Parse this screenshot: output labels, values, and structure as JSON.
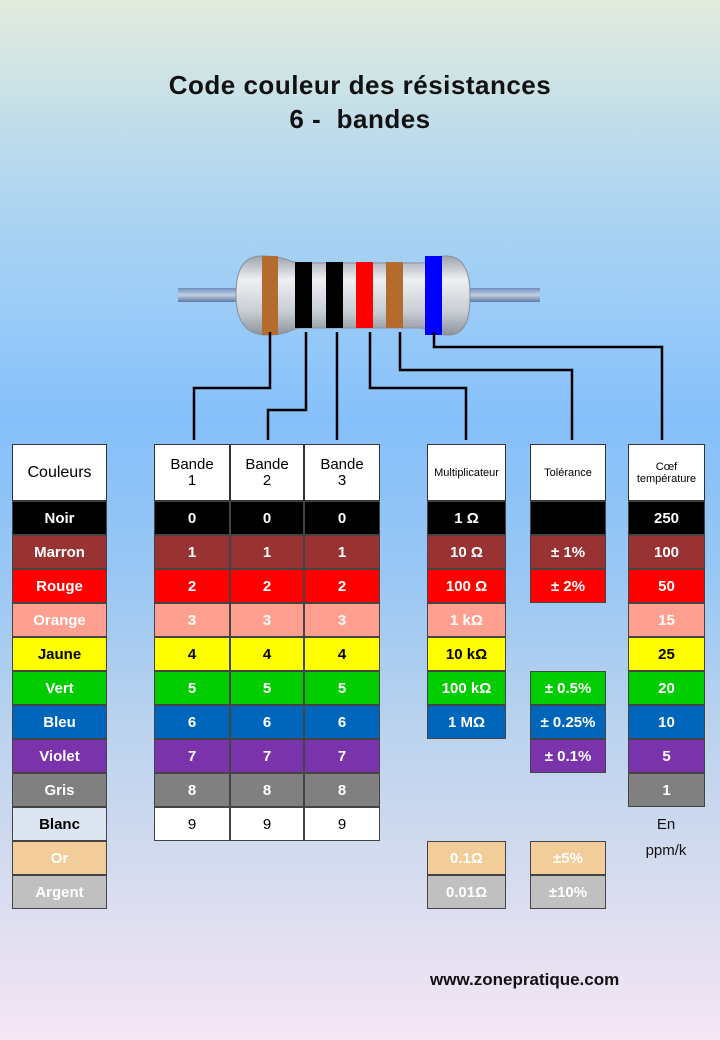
{
  "title": {
    "line1": "Code couleur des résistances",
    "line2": "6 -  bandes"
  },
  "headers": {
    "couleurs": "Couleurs",
    "bande1": [
      "Bande",
      "1"
    ],
    "bande2": [
      "Bande",
      "2"
    ],
    "bande3": [
      "Bande",
      "3"
    ],
    "multiplicateur": "Multiplicateur",
    "tolerance": "Tolérance",
    "coef": [
      "Cœf",
      "température"
    ]
  },
  "rows": [
    {
      "name": "Noir",
      "bg": "#000000",
      "fg": "#ffffff",
      "b1": "0",
      "b2": "0",
      "b3": "0",
      "mult": "1 Ω",
      "tol": "",
      "coef": "250"
    },
    {
      "name": "Marron",
      "bg": "#993333",
      "fg": "#ffffff",
      "b1": "1",
      "b2": "1",
      "b3": "1",
      "mult": "10 Ω",
      "tol": "± 1%",
      "coef": "100"
    },
    {
      "name": "Rouge",
      "bg": "#ff0000",
      "fg": "#ffffff",
      "b1": "2",
      "b2": "2",
      "b3": "2",
      "mult": "100 Ω",
      "tol": "± 2%",
      "coef": "50"
    },
    {
      "name": "Orange",
      "bg": "#ff9f8f",
      "fg": "#ffffff",
      "b1": "3",
      "b2": "3",
      "b3": "3",
      "mult": "1 kΩ",
      "tol": null,
      "coef": "15"
    },
    {
      "name": "Jaune",
      "bg": "#ffff00",
      "fg": "#000000",
      "b1": "4",
      "b2": "4",
      "b3": "4",
      "mult": "10 kΩ",
      "tol": null,
      "coef": "25"
    },
    {
      "name": "Vert",
      "bg": "#00cc00",
      "fg": "#ffffff",
      "b1": "5",
      "b2": "5",
      "b3": "5",
      "mult": "100 kΩ",
      "tol": "± 0.5%",
      "coef": "20"
    },
    {
      "name": "Bleu",
      "bg": "#0066bb",
      "fg": "#ffffff",
      "b1": "6",
      "b2": "6",
      "b3": "6",
      "mult": "1 MΩ",
      "tol": "± 0.25%",
      "coef": "10"
    },
    {
      "name": "Violet",
      "bg": "#7a33aa",
      "fg": "#ffffff",
      "b1": "7",
      "b2": "7",
      "b3": "7",
      "mult": null,
      "tol": "± 0.1%",
      "coef": "5"
    },
    {
      "name": "Gris",
      "bg": "#808080",
      "fg": "#ffffff",
      "b1": "8",
      "b2": "8",
      "b3": "8",
      "mult": null,
      "tol": null,
      "coef": "1"
    },
    {
      "name": "Blanc",
      "bg": "#dde4f2",
      "fg": "#000000",
      "b1": "9",
      "b2": "9",
      "b3": "9",
      "mult": null,
      "tol": null,
      "coef": null
    },
    {
      "name": "Or",
      "bg": "#f2cc99",
      "fg": "#ffffff",
      "b1": null,
      "b2": null,
      "b3": null,
      "mult": "0.1Ω",
      "tol": "±5%",
      "coef": null
    },
    {
      "name": "Argent",
      "bg": "#c0c0c0",
      "fg": "#ffffff",
      "b1": null,
      "b2": null,
      "b3": null,
      "mult": "0.01Ω",
      "tol": "±10%",
      "coef": null
    }
  ],
  "coef_unit": [
    "En",
    "ppm/k"
  ],
  "website": "www.zonepratique.com",
  "resistor": {
    "band_colors": [
      "#b36b2e",
      "#000000",
      "#000000",
      "#ff0000",
      "#b36b2e",
      "#0000ff"
    ]
  }
}
